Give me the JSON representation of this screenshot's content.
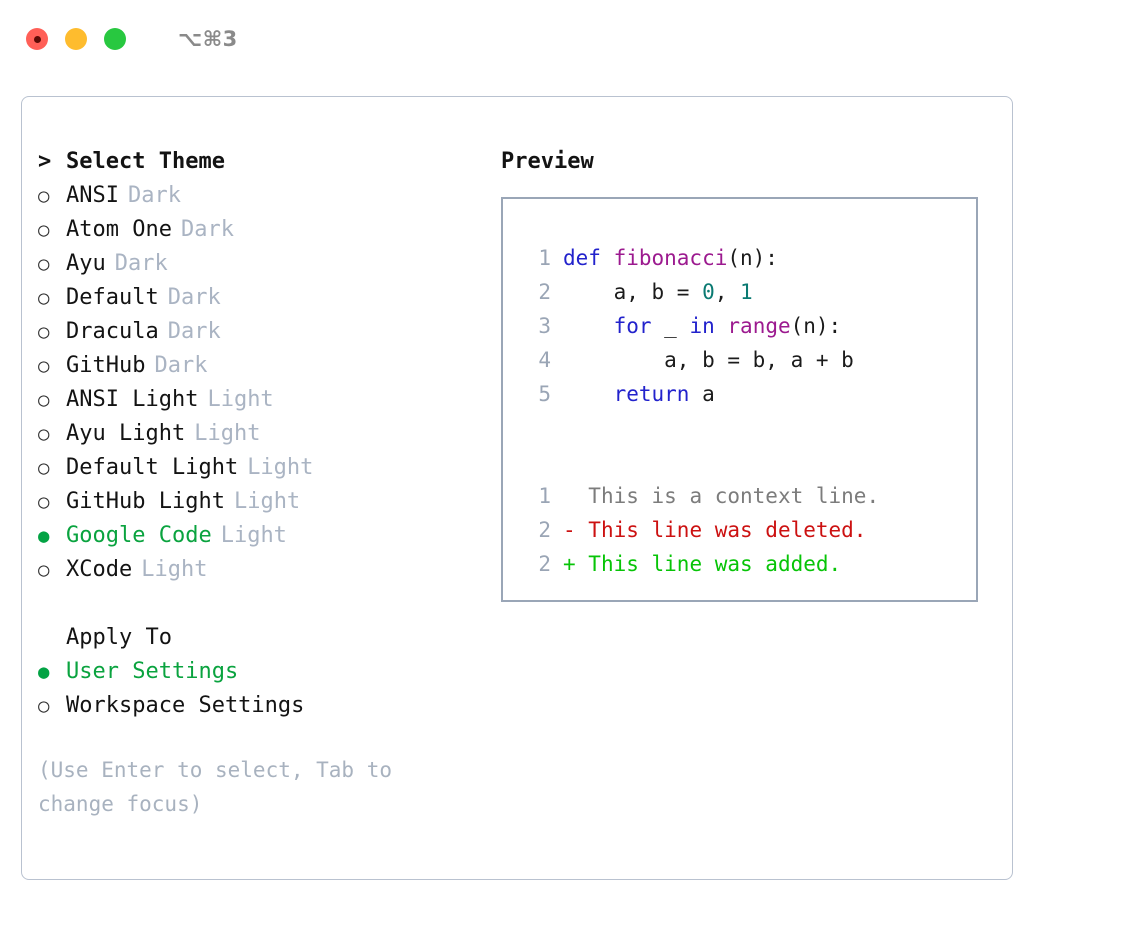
{
  "window": {
    "shortcut": "⌥⌘3",
    "traffic_lights": [
      "close-red",
      "minimize-yellow",
      "maximize-green"
    ]
  },
  "theme_section": {
    "caret": ">",
    "title": "Select Theme",
    "bullet_unselected": "○",
    "bullet_selected": "●",
    "items": [
      {
        "label": "ANSI",
        "tag": "Dark",
        "selected": false
      },
      {
        "label": "Atom One",
        "tag": "Dark",
        "selected": false
      },
      {
        "label": "Ayu",
        "tag": "Dark",
        "selected": false
      },
      {
        "label": "Default",
        "tag": "Dark",
        "selected": false
      },
      {
        "label": "Dracula",
        "tag": "Dark",
        "selected": false
      },
      {
        "label": "GitHub",
        "tag": "Dark",
        "selected": false
      },
      {
        "label": "ANSI Light",
        "tag": "Light",
        "selected": false
      },
      {
        "label": "Ayu Light",
        "tag": "Light",
        "selected": false
      },
      {
        "label": "Default Light",
        "tag": "Light",
        "selected": false
      },
      {
        "label": "GitHub Light",
        "tag": "Light",
        "selected": false
      },
      {
        "label": "Google Code",
        "tag": "Light",
        "selected": true
      },
      {
        "label": "XCode",
        "tag": "Light",
        "selected": false
      }
    ]
  },
  "apply_section": {
    "title": "Apply To",
    "items": [
      {
        "label": "User Settings",
        "selected": true
      },
      {
        "label": "Workspace Settings",
        "selected": false
      }
    ]
  },
  "hint": "(Use Enter to select, Tab to change focus)",
  "preview": {
    "title": "Preview",
    "code_lines": [
      {
        "num": "1",
        "tokens": [
          {
            "t": "def ",
            "c": "kw"
          },
          {
            "t": "fibonacci",
            "c": "fn"
          },
          {
            "t": "(n):",
            "c": "pl"
          }
        ]
      },
      {
        "num": "2",
        "tokens": [
          {
            "t": "    a, b = ",
            "c": "pl"
          },
          {
            "t": "0",
            "c": "num"
          },
          {
            "t": ", ",
            "c": "pl"
          },
          {
            "t": "1",
            "c": "num"
          }
        ]
      },
      {
        "num": "3",
        "tokens": [
          {
            "t": "    ",
            "c": "pl"
          },
          {
            "t": "for",
            "c": "kw"
          },
          {
            "t": " _ ",
            "c": "pl"
          },
          {
            "t": "in",
            "c": "kw"
          },
          {
            "t": " ",
            "c": "pl"
          },
          {
            "t": "range",
            "c": "fn"
          },
          {
            "t": "(n):",
            "c": "pl"
          }
        ]
      },
      {
        "num": "4",
        "tokens": [
          {
            "t": "        a, b = b, a + b",
            "c": "pl"
          }
        ]
      },
      {
        "num": "5",
        "tokens": [
          {
            "t": "    ",
            "c": "pl"
          },
          {
            "t": "return",
            "c": "kw"
          },
          {
            "t": " a",
            "c": "pl"
          }
        ]
      }
    ],
    "diff_lines": [
      {
        "num": "1",
        "marker": " ",
        "text": " This is a context line.",
        "kind": "ctx"
      },
      {
        "num": "2",
        "marker": "-",
        "text": " This line was deleted.",
        "kind": "del"
      },
      {
        "num": "2",
        "marker": "+",
        "text": " This line was added.",
        "kind": "add"
      }
    ]
  },
  "colors": {
    "accent_green": "#0aa33f",
    "tag_gray": "#aab4c3",
    "border": "#b9c2d0",
    "preview_border": "#9aa6b7",
    "keyword_blue": "#2222cc",
    "function_magenta": "#9c1a8f",
    "number_teal": "#0a7a72",
    "diff_delete_red": "#cc1111",
    "diff_add_green": "#07c407",
    "diff_context_gray": "#7c7c7c",
    "line_number": "#9aa5b5"
  }
}
